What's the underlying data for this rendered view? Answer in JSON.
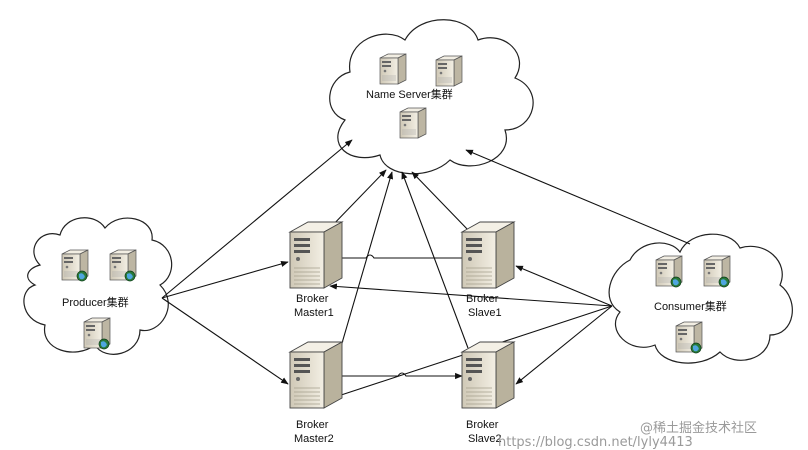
{
  "diagram": {
    "clusters": {
      "name_server": "Name Server集群",
      "producer": "Producer集群",
      "consumer": "Consumer集群"
    },
    "brokers": {
      "master1": [
        "Broker",
        "Master1"
      ],
      "slave1": [
        "Broker",
        "Slave1"
      ],
      "master2": [
        "Broker",
        "Master2"
      ],
      "slave2": [
        "Broker",
        "Slave2"
      ]
    },
    "icons": {
      "server": "server-icon",
      "server_globe": "server-globe-icon",
      "broker": "broker-server-icon"
    },
    "colors": {
      "line": "#111111",
      "cloud_stroke": "#222222",
      "server_body": "#e6e1d3",
      "globe": "#2a7a3a"
    }
  },
  "watermark": {
    "site": "@稀土掘金技术社区",
    "url": "https://blog.csdn.net/lyly4413"
  }
}
